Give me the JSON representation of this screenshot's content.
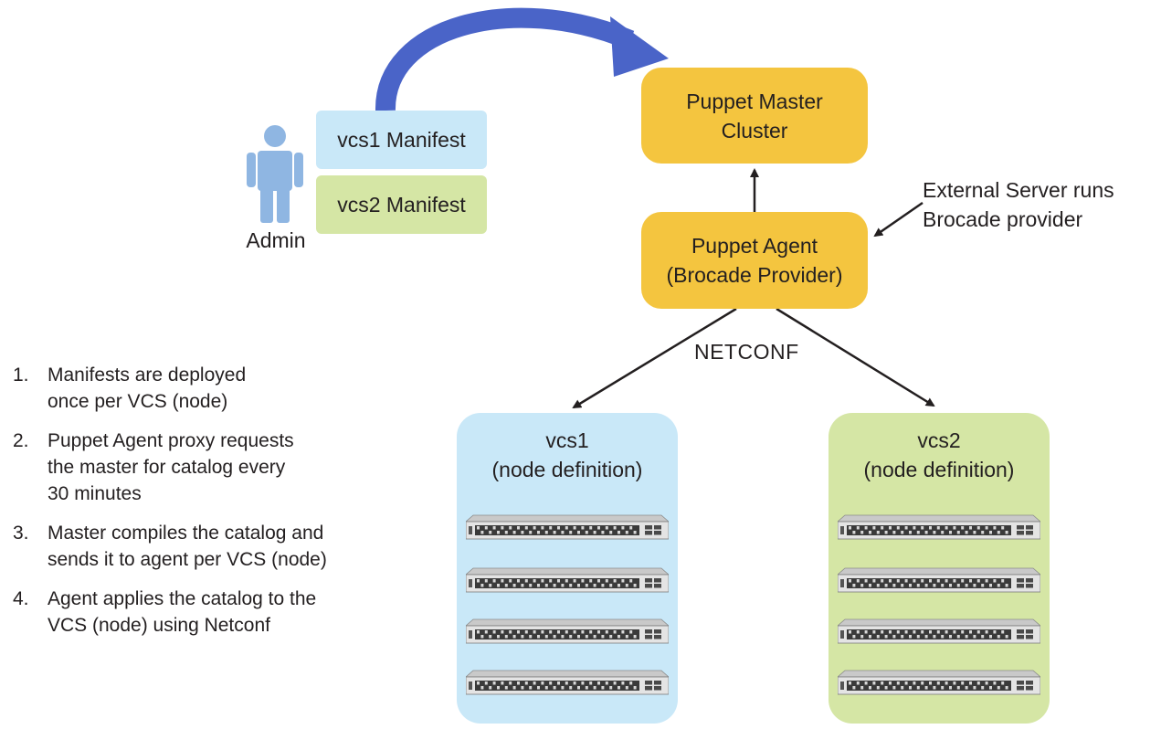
{
  "admin": {
    "label": "Admin",
    "icon": "person-icon"
  },
  "manifests": [
    {
      "label": "vcs1 Manifest",
      "color": "#c9e8f8"
    },
    {
      "label": "vcs2 Manifest",
      "color": "#d5e6a5"
    }
  ],
  "puppet_master": {
    "line1": "Puppet Master",
    "line2": "Cluster",
    "color": "#f4c53f"
  },
  "puppet_agent": {
    "line1": "Puppet Agent",
    "line2": "(Brocade Provider)",
    "color": "#f4c53f"
  },
  "external_server": {
    "line1": "External Server runs",
    "line2": "Brocade provider"
  },
  "netconf_label": "NETCONF",
  "nodes": [
    {
      "name": "vcs1",
      "subtitle": "(node definition)",
      "color": "#c9e8f8",
      "switch_icon": "network-switch-icon"
    },
    {
      "name": "vcs2",
      "subtitle": "(node definition)",
      "color": "#d5e6a5",
      "switch_icon": "network-switch-icon"
    }
  ],
  "steps": [
    {
      "number": "1.",
      "text": "Manifests are deployed\nonce per VCS (node)"
    },
    {
      "number": "2.",
      "text": "Puppet Agent proxy requests\nthe master for catalog every\n30 minutes"
    },
    {
      "number": "3.",
      "text": "Master compiles the catalog and\nsends it to agent per VCS (node)"
    },
    {
      "number": "4.",
      "text": "Agent applies the catalog to the\nVCS (node) using Netconf"
    }
  ],
  "colors": {
    "curved_arrow": "#4a64c8",
    "person": "#8fb6e2",
    "arrow": "#231f20"
  }
}
